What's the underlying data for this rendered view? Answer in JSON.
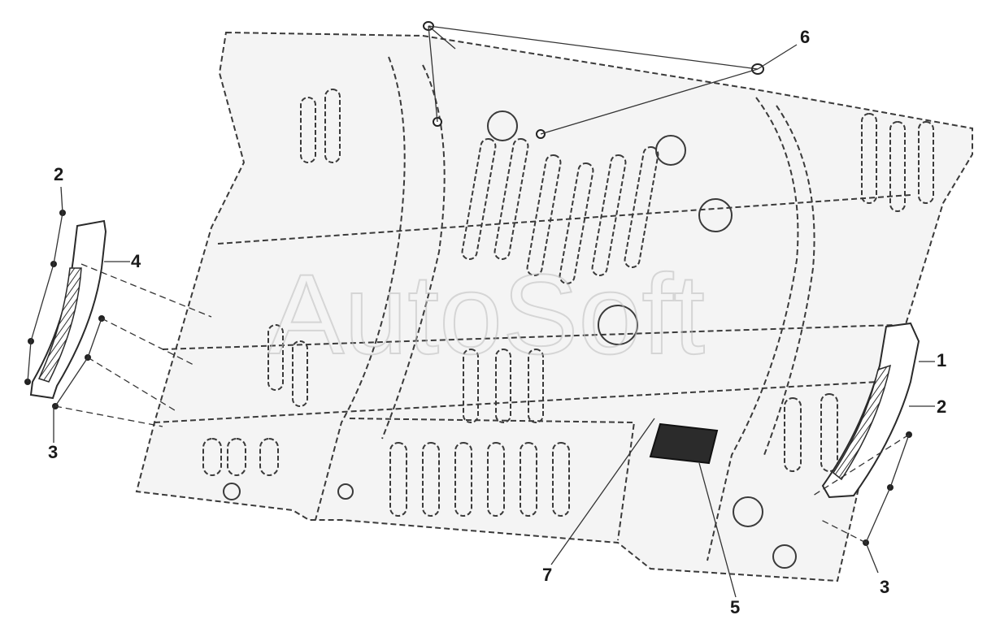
{
  "diagram": {
    "callouts": {
      "c1": "1",
      "c2_left": "2",
      "c2_right": "2",
      "c3_left": "3",
      "c3_right": "3",
      "c4": "4",
      "c5": "5",
      "c6": "6",
      "c7": "7"
    },
    "watermark": "AutoSoft"
  },
  "colors": {
    "line": "#3a3a3a",
    "panel_fill": "#f2f2f2",
    "pad": "#2b2b2b"
  }
}
